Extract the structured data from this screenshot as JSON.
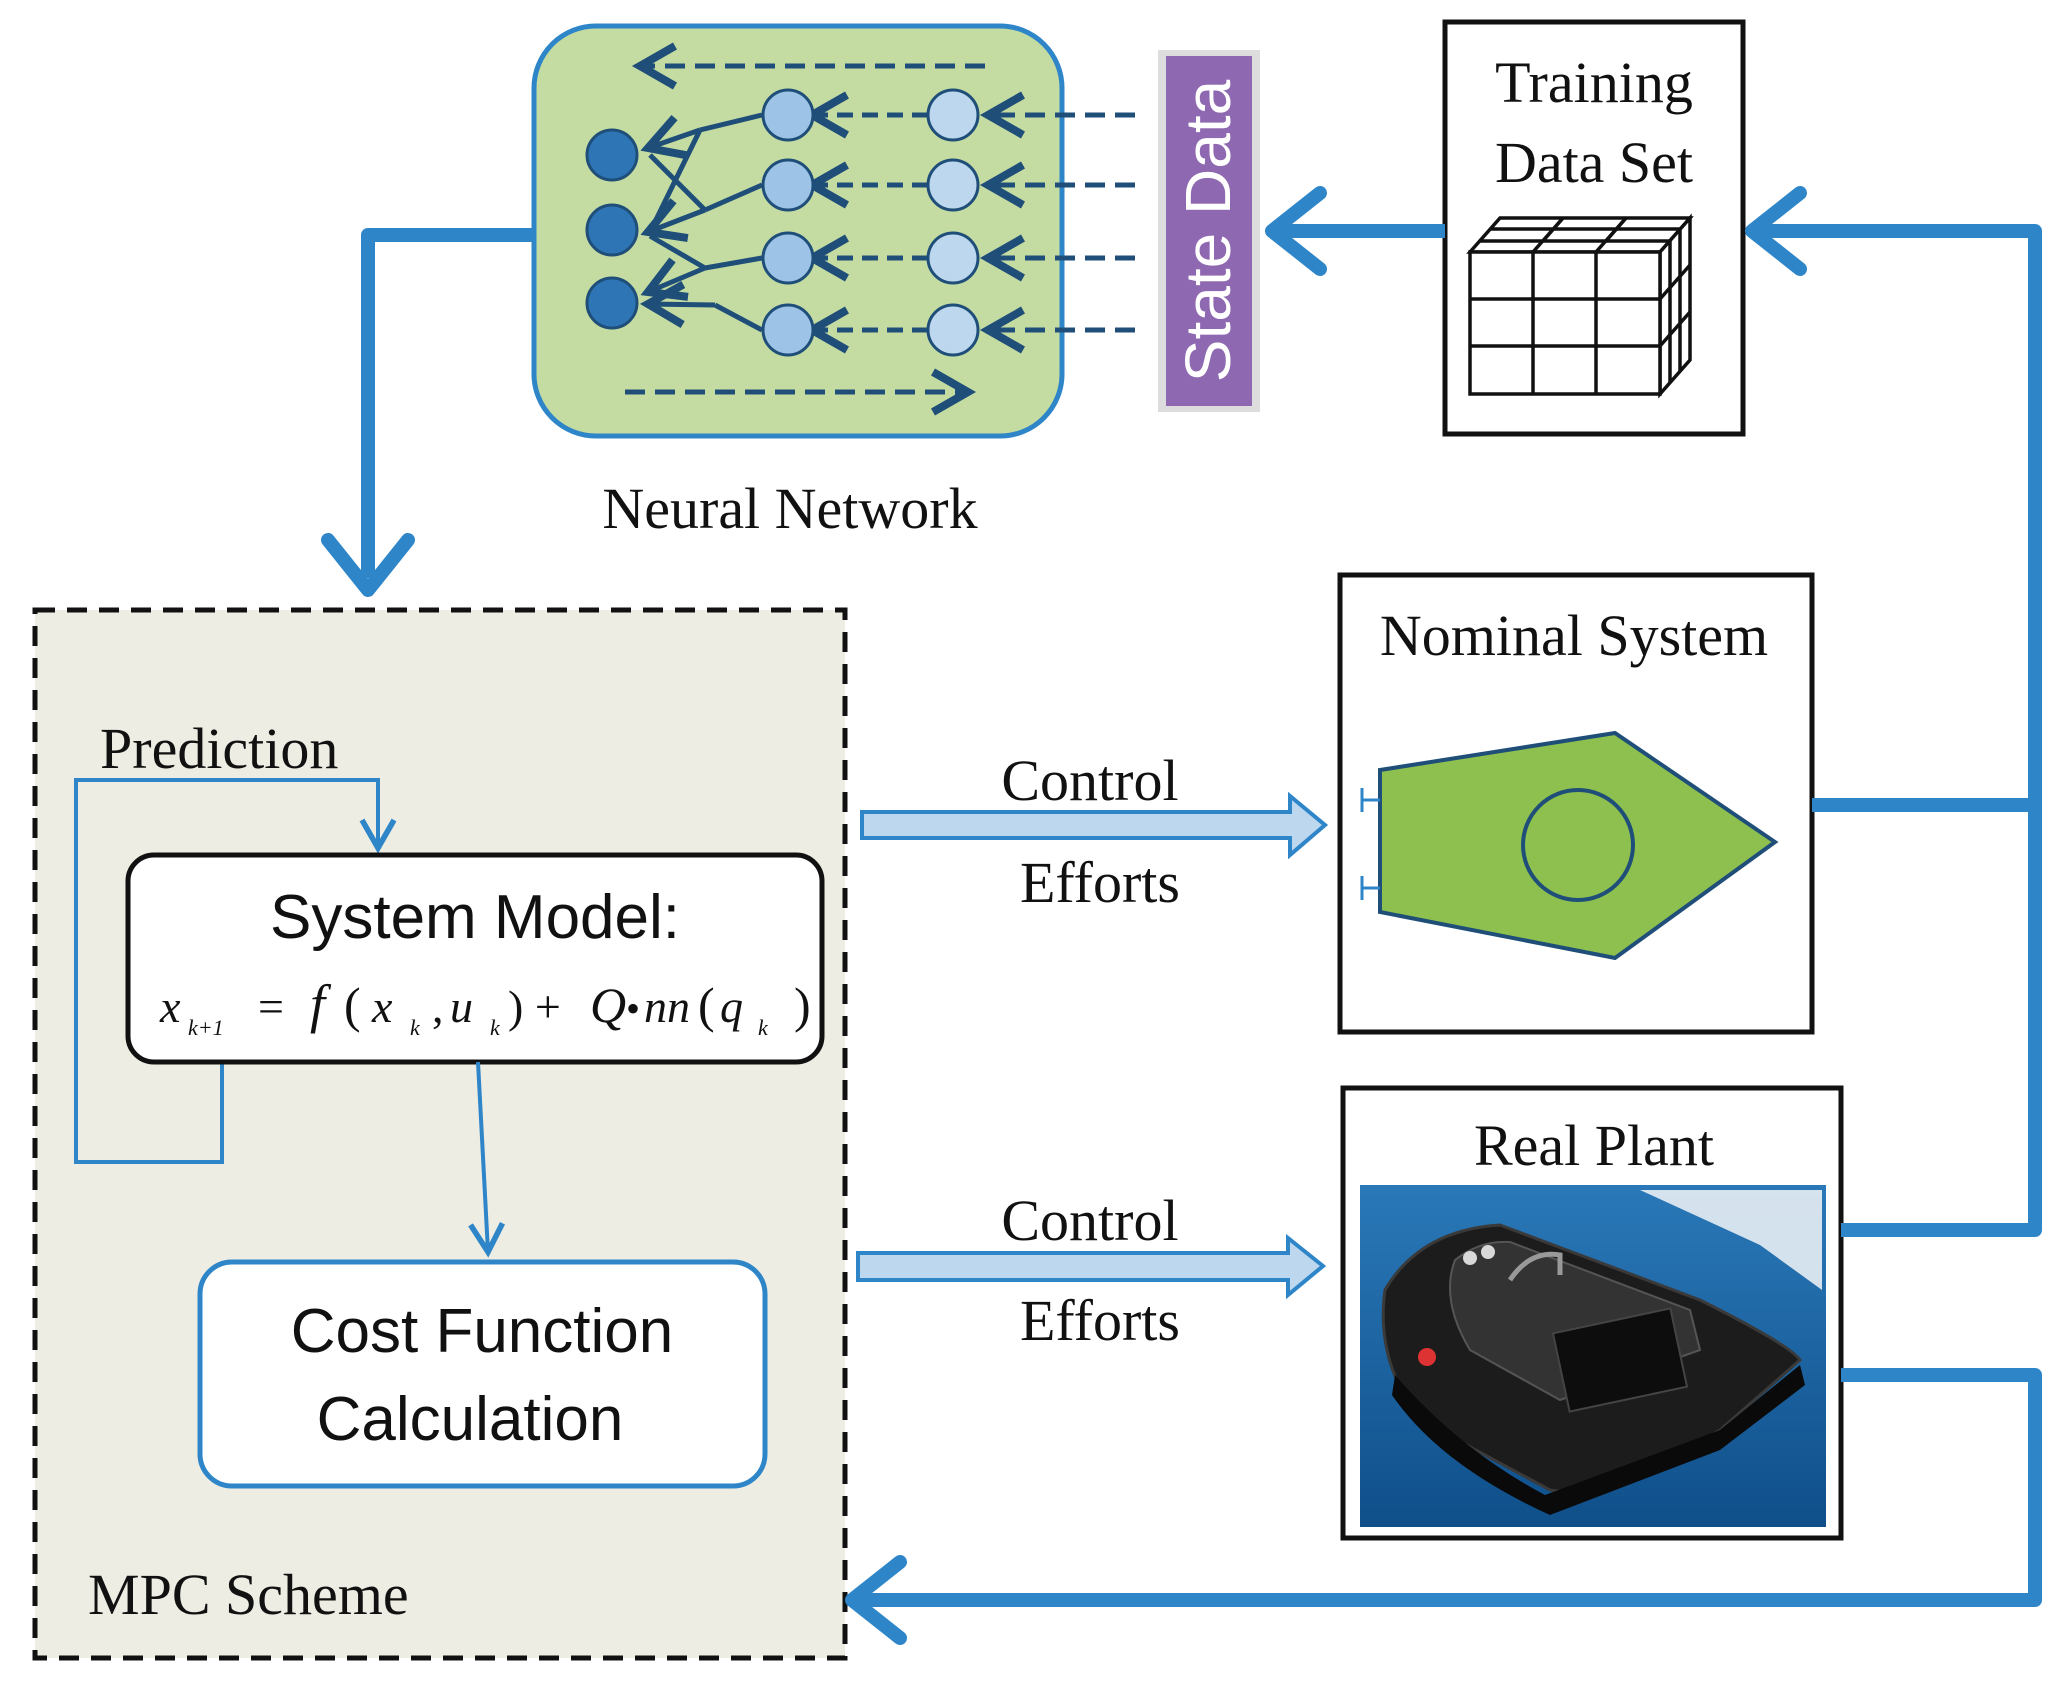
{
  "labels": {
    "neural_network": "Neural Network",
    "state_data": "State Data",
    "training_data_line1": "Training",
    "training_data_line2": "Data Set",
    "nominal_system": "Nominal System",
    "real_plant": "Real Plant",
    "prediction": "Prediction",
    "system_model": "System Model:",
    "cost_function_line1": "Cost Function",
    "cost_function_line2": "Calculation",
    "mpc_scheme": "MPC Scheme",
    "control_efforts_1a": "Control",
    "control_efforts_1b": "Efforts",
    "control_efforts_2a": "Control",
    "control_efforts_2b": "Efforts"
  },
  "equation": {
    "x": "x",
    "sub_k1": "k+1",
    "eq": "=",
    "f": "f",
    "open": "(",
    "xk": "x",
    "sub_k_a": "k",
    "comma": ",",
    "u": "u",
    "sub_k_b": "k",
    "close_plus": ") + ",
    "Q": "Q",
    "dot": "•",
    "nn": "nn",
    "open2": "(",
    "q": "q",
    "sub_k_c": "k",
    "close2": ")"
  },
  "colors": {
    "flow_blue": "#2E86C9",
    "nn_green": "#C4DCA2",
    "state_purple": "#8E68B0",
    "nominal_green": "#8DC04F",
    "mpc_bg": "#EEEDE4",
    "dash_navy": "#1F4E79"
  }
}
